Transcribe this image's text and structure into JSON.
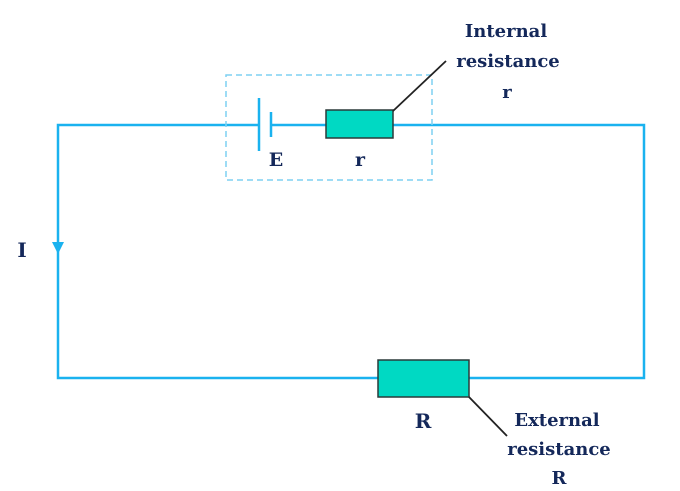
{
  "diagram": {
    "title": "Circuit with internal and external resistance",
    "colors": {
      "wire": "#1ab2ef",
      "resistor_fill": "#00d9c3",
      "resistor_stroke": "#2b3a3a",
      "label": "#14285a",
      "leader": "#222222",
      "dashed_box": "#7fd1f2"
    },
    "labels": {
      "emf": "E",
      "internal_r_symbol": "r",
      "external_r_symbol": "R",
      "current": "I",
      "internal_callout": [
        "Internal",
        "resistance",
        "r"
      ],
      "external_callout": [
        "External",
        "resistance",
        "R"
      ]
    },
    "components": [
      {
        "type": "cell",
        "label": "E"
      },
      {
        "type": "resistor",
        "label": "r",
        "role": "internal"
      },
      {
        "type": "resistor",
        "label": "R",
        "role": "external"
      }
    ],
    "current_direction": "down (left branch)"
  }
}
